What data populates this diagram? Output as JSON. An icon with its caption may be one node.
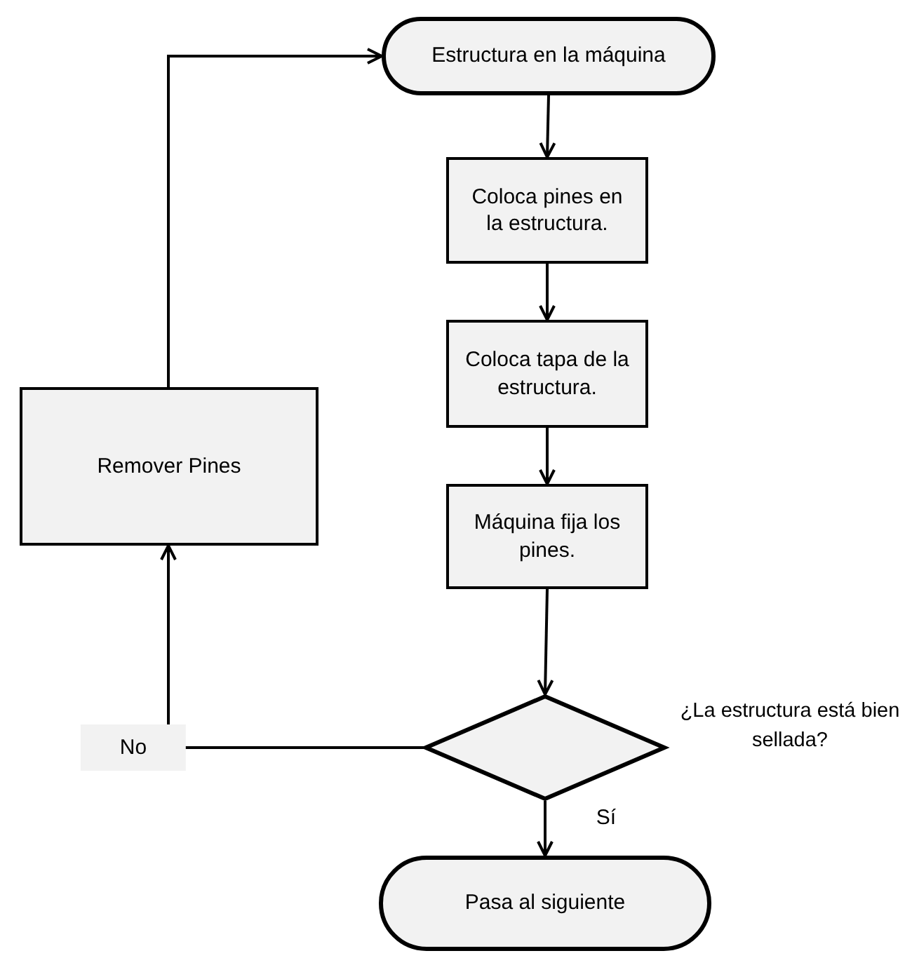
{
  "diagram": {
    "nodes": [
      {
        "text": [
          "Estructura en la máquina"
        ]
      },
      {
        "text": [
          "Coloca pines en la estructura."
        ]
      },
      {
        "text": [
          "Coloca tapa de la estructura."
        ]
      },
      {
        "text": [
          "Máquina fija los pines."
        ]
      },
      {
        "text": [
          "¿La estructura está bien sellada?"
        ]
      },
      {
        "text": [
          "Pasa al siguiente"
        ]
      },
      {
        "text": [
          "Remover Pines"
        ]
      }
    ],
    "edges": [
      {
        "from": 0,
        "to": 1,
        "arrow": "to"
      },
      {
        "from": 1,
        "to": 2,
        "arrow": "to"
      },
      {
        "from": 2,
        "to": 3,
        "arrow": "to"
      },
      {
        "from": 3,
        "to": 4,
        "arrow": "to"
      },
      {
        "from": 4,
        "to": 6,
        "arrow": "to",
        "label": "No"
      },
      {
        "from": 4,
        "to": 5,
        "arrow": "to",
        "label": "Sí"
      },
      {
        "from": 6,
        "to": 0,
        "arrow": "to"
      }
    ]
  }
}
